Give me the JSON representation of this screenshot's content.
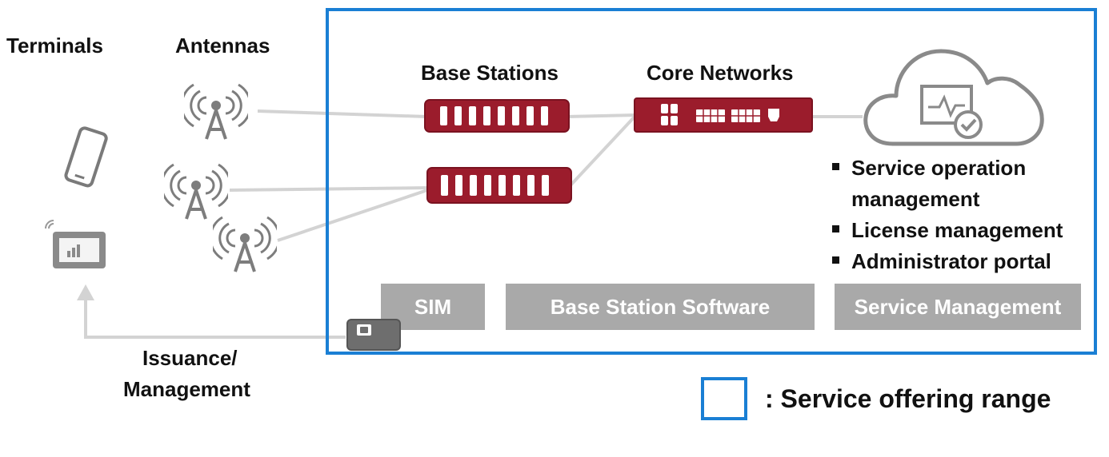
{
  "columns": {
    "terminals": "Terminals",
    "antennas": "Antennas",
    "base_stations": "Base Stations",
    "core_networks": "Core Networks"
  },
  "services": [
    "Service operation management",
    "License management",
    "Administrator portal"
  ],
  "components": {
    "sim": "SIM",
    "base_station_software": "Base Station Software",
    "service_management": "Service Management"
  },
  "issuance": {
    "line1": "Issuance/",
    "line2": "Management"
  },
  "legend": {
    "text": ": Service offering range"
  },
  "colors": {
    "range_border": "#1a7fd4",
    "equipment_red": "#9b1c2c",
    "component_gray": "#a9a9a9",
    "icon_gray": "#888888"
  },
  "icons": [
    "smartphone-icon",
    "tablet-icon",
    "antenna-icon",
    "cloud-icon",
    "sim-card-icon"
  ]
}
